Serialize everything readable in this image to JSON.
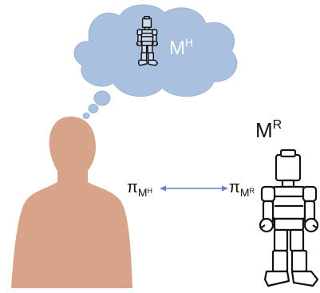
{
  "colors": {
    "cloud": "#a9c1de",
    "cloud_stroke": "#9ab3d4",
    "skin": "#d7a48a",
    "arrow": "#5b88c6",
    "robot_fill": "#ffffff",
    "robot_stroke": "#111111",
    "cloud_robot_fill": "#cfdcee"
  },
  "labels": {
    "cloud_model_main": "M",
    "cloud_model_sup": "H",
    "robot_model_main": "M",
    "robot_model_sup": "R",
    "policy_left_pi": "π",
    "policy_left_main": "M",
    "policy_left_sub": "H",
    "policy_right_pi": "π",
    "policy_right_main": "M",
    "policy_right_sub": "R"
  },
  "icons": {
    "human": "human-silhouette-icon",
    "robot": "robot-icon",
    "thought": "thought-bubble-icon",
    "arrow": "double-headed-arrow-icon"
  }
}
